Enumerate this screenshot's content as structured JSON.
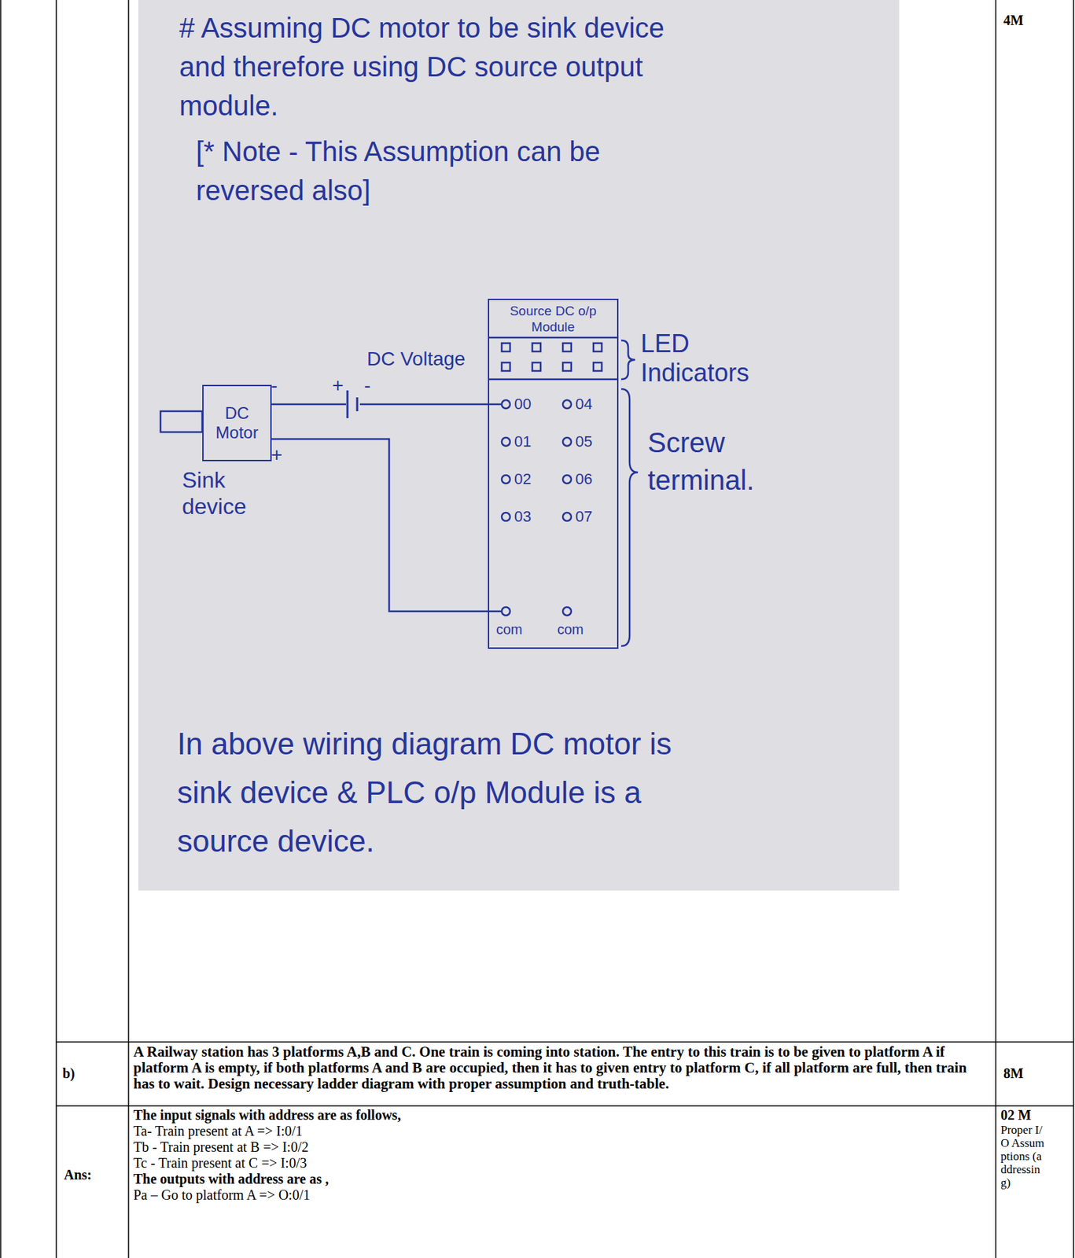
{
  "diagram": {
    "nodes": [
      {
        "text": [
          "Source DC o/p Module"
        ]
      },
      {
        "text": [
          "DC Motor"
        ]
      }
    ],
    "edges": [
      {
        "from": 1,
        "to": 0,
        "arrow": "none"
      },
      {
        "from": 1,
        "to": 0,
        "arrow": "none"
      }
    ],
    "labels": [
      "# Assuming DC motor to be sink device and therefore using DC source output module.",
      "[* Note - This Assumption can be reversed also]",
      "4M",
      "LED Indicators",
      "DC Voltage",
      "-",
      "+",
      "-",
      "+",
      "Sink device",
      "00",
      "01",
      "02",
      "03",
      "04",
      "05",
      "06",
      "07",
      "Screw terminal.",
      "com",
      "com",
      "In above wiring diagram DC motor is sink device & PLC o/p Module is a source device.",
      "b)",
      "A Railway station has 3 platforms A,B and C. One train is coming into station. The entry to this train is to be given to platform A if platform A is empty, if both platforms A and B are occupied, then it has to given entry to platform C, if all platform are full, then train has to wait. Design necessary ladder diagram with proper assumption and truth-table.",
      "8M",
      "Ans:",
      "The input signals with address are as follows,",
      "Ta- Train present at A => I:0/1",
      "Tb - Train present at B => I:0/2",
      "Tc - Train present at C => I:0/3",
      "The outputs with address are as ,",
      "Pa – Go to platform A => O:0/1",
      "02 M",
      "Proper I/O Assumptions (addressing)"
    ]
  }
}
